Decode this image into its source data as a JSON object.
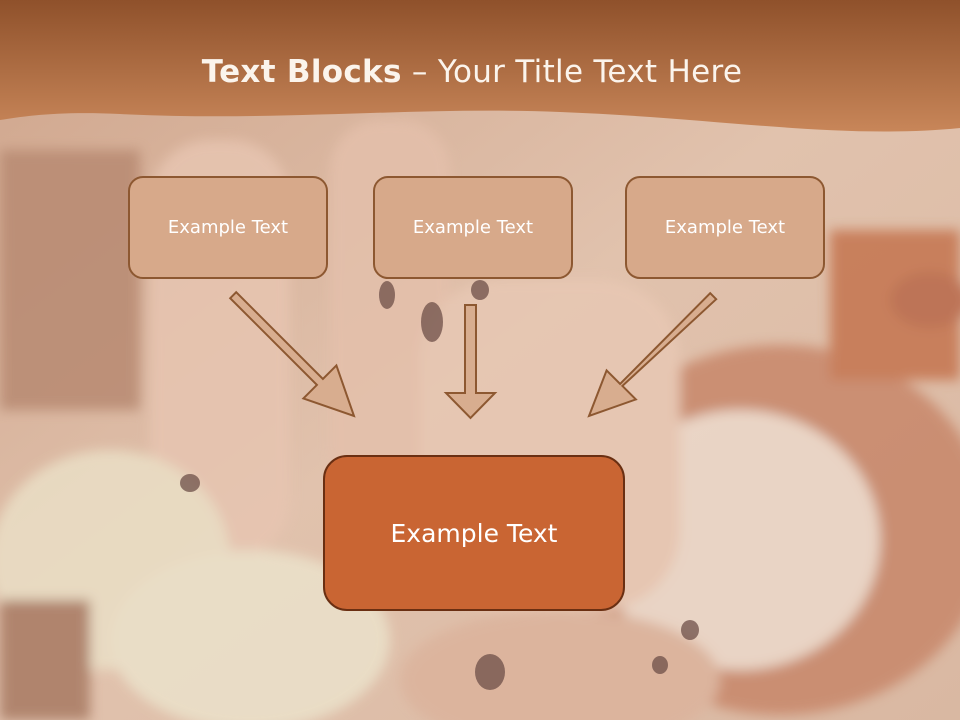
{
  "slide": {
    "title_bold": "Text Blocks",
    "title_dash": " – ",
    "title_rest": "Your Title Text Here",
    "blocks": [
      {
        "label": "Example Text"
      },
      {
        "label": "Example Text"
      },
      {
        "label": "Example Text"
      }
    ],
    "main_block": {
      "label": "Example Text"
    }
  },
  "colors": {
    "header_band": "#a8643a",
    "small_box_fill": "#d7a98a",
    "small_box_border": "#8d5831",
    "main_box_fill": "#c96533",
    "main_box_border": "#6a2f12",
    "arrow_fill": "#d8ad8f",
    "arrow_stroke": "#8d5831"
  }
}
